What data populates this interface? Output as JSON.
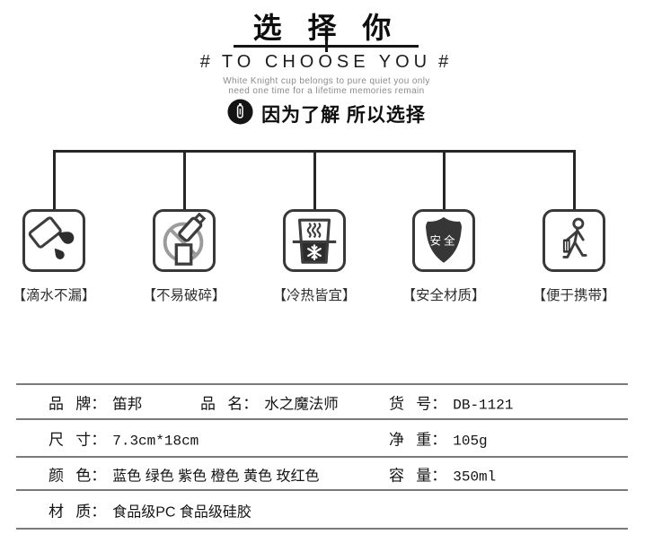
{
  "header": {
    "title": "选 择 你",
    "hash": "#",
    "subtitle": "TO CHOOSE YOU",
    "tagline_line1": "White Knight cup belongs to pure quiet you only",
    "tagline_line2": "need one time for a lifetime memories remain",
    "slogan": "因为了解 所以选择"
  },
  "features": [
    {
      "icon": "leakproof-cup-icon",
      "label": "【滴水不漏】"
    },
    {
      "icon": "unbreakable-bottle-icon",
      "label": "【不易破碎】"
    },
    {
      "icon": "hot-cold-cup-icon",
      "label": "【冷热皆宜】"
    },
    {
      "icon": "safety-shield-icon",
      "label": "【安全材质】",
      "shield_text": "安全"
    },
    {
      "icon": "carry-person-icon",
      "label": "【便于携带】"
    }
  ],
  "specs": {
    "rows": [
      {
        "cells": [
          {
            "label": "品 牌：",
            "value": "笛邦"
          },
          {
            "label": "品 名：",
            "value": "水之魔法师"
          },
          {
            "label": "货 号：",
            "value": "DB-1121"
          }
        ]
      },
      {
        "cells": [
          {
            "label": "尺 寸：",
            "value": "7.3cm*18cm"
          },
          {
            "label": "净 重：",
            "value": "105g"
          }
        ]
      },
      {
        "cells": [
          {
            "label": "颜 色：",
            "value": "蓝色 绿色 紫色 橙色 黄色 玫红色"
          },
          {
            "label": "容 量：",
            "value": "350ml"
          }
        ]
      },
      {
        "cells": [
          {
            "label": "材 质：",
            "value": "食品级PC 食品级硅胶"
          }
        ]
      }
    ]
  },
  "colors": {
    "ink": "#111111",
    "muted_text": "#8c8c8c",
    "table_line": "#7a7a7a",
    "icon_stroke": "#3d3d3d",
    "icon_fill_dark": "#2d2d2d",
    "no_sign_gray": "#9b9b9b"
  }
}
